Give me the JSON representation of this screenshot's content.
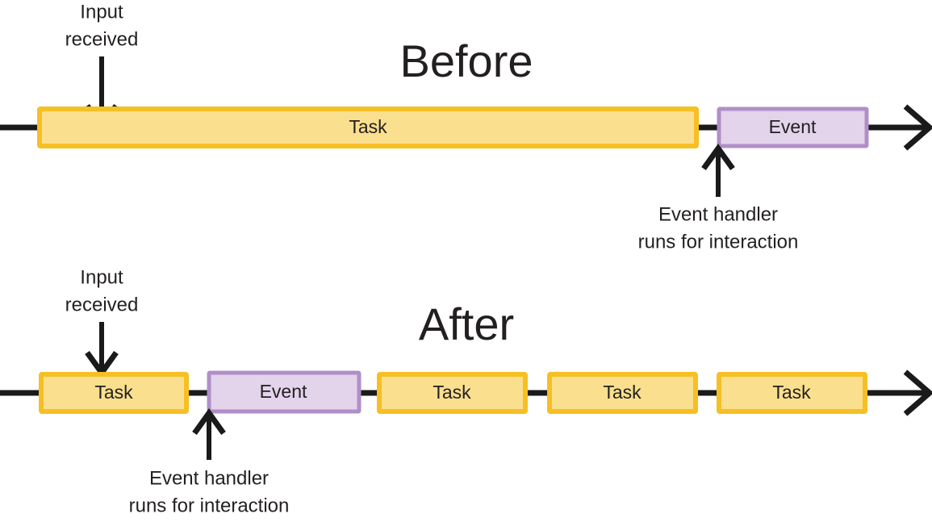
{
  "diagram": {
    "title_before": "Before",
    "title_after": "After",
    "labels": {
      "task": "Task",
      "event": "Event"
    },
    "annotations": {
      "input_received_line1": "Input",
      "input_received_line2": "received",
      "event_handler_line1": "Event handler",
      "event_handler_line2": "runs for interaction"
    },
    "colors": {
      "task_fill": "#fadf8e",
      "task_stroke": "#f6bf24",
      "event_fill": "#e3d3eb",
      "event_stroke": "#b08fc8",
      "line": "#1a1a1a",
      "text": "#231f20",
      "background": "#ffffff"
    },
    "before_row": {
      "blocks": [
        {
          "type": "task",
          "label": "Task"
        },
        {
          "type": "event",
          "label": "Event"
        }
      ]
    },
    "after_row": {
      "blocks": [
        {
          "type": "task",
          "label": "Task"
        },
        {
          "type": "event",
          "label": "Event"
        },
        {
          "type": "task",
          "label": "Task"
        },
        {
          "type": "task",
          "label": "Task"
        },
        {
          "type": "task",
          "label": "Task"
        }
      ]
    }
  }
}
